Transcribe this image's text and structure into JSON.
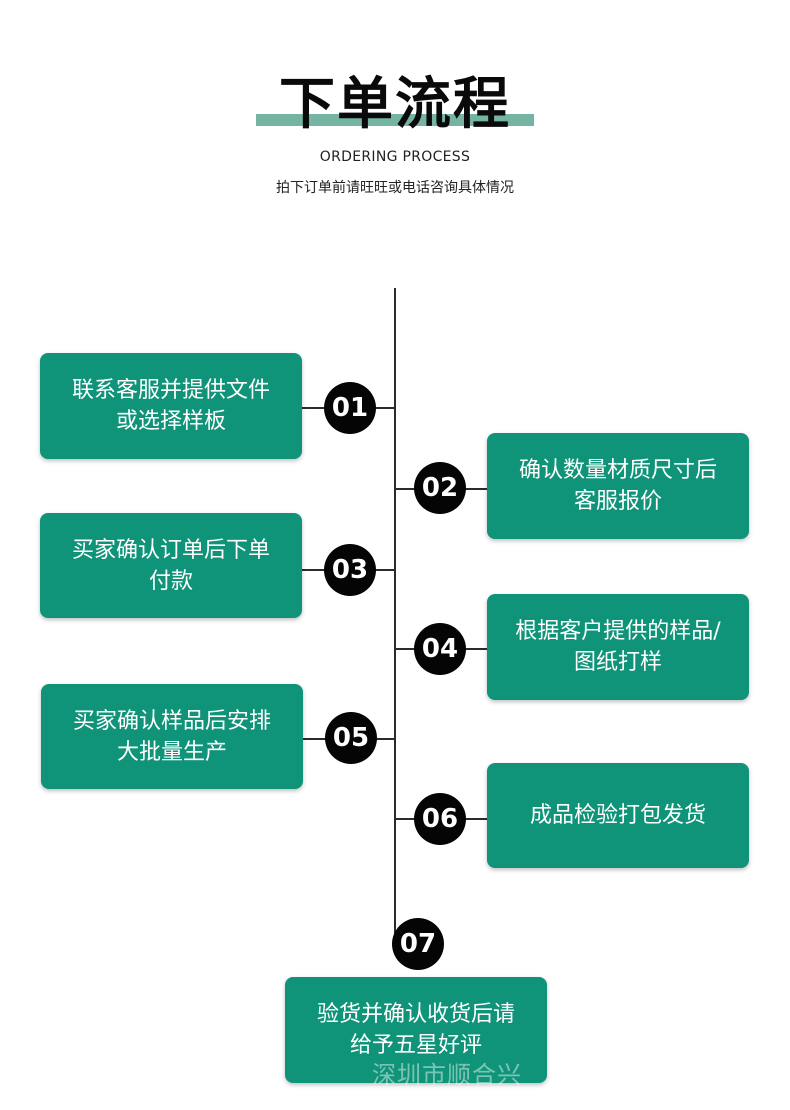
{
  "header": {
    "title": "下单流程",
    "subtitle_en": "ORDERING PROCESS",
    "subtitle_cn": "拍下订单前请旺旺或电话咨询具体情况"
  },
  "colors": {
    "accent": "#109479",
    "title_bar": "#75b3a3",
    "circle": "#050505",
    "line": "#2b2b2b"
  },
  "steps": [
    {
      "number": "01",
      "text": "联系客服并提供文件或选择样板"
    },
    {
      "number": "02",
      "text": "确认数量材质尺寸后客服报价"
    },
    {
      "number": "03",
      "text": "买家确认订单后下单付款"
    },
    {
      "number": "04",
      "text": "根据客户提供的样品/图纸打样"
    },
    {
      "number": "05",
      "text": "买家确认样品后安排大批量生产"
    },
    {
      "number": "06",
      "text": "成品检验打包发货"
    },
    {
      "number": "07",
      "text": "验货并确认收货后请给予五星好评"
    }
  ],
  "watermark": "深圳市顺合兴"
}
